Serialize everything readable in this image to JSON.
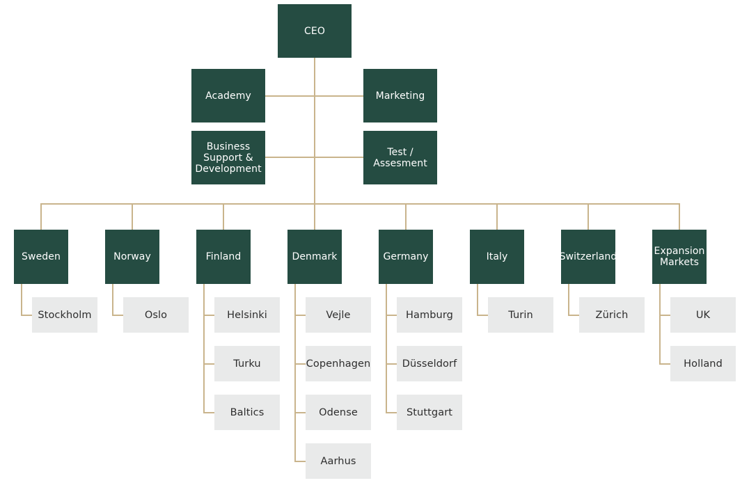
{
  "colors": {
    "node_dark": "#254c42",
    "node_light": "#e9eaea",
    "connector": "#c9b48c",
    "background": "#ffffff"
  },
  "ceo": {
    "label": "CEO"
  },
  "staff": {
    "academy": "Academy",
    "marketing": "Marketing",
    "business_support": "Business\nSupport &\nDevelopment",
    "test_assesment": "Test /\nAssesment"
  },
  "countries": [
    {
      "name": "Sweden",
      "cities": [
        "Stockholm"
      ]
    },
    {
      "name": "Norway",
      "cities": [
        "Oslo"
      ]
    },
    {
      "name": "Finland",
      "cities": [
        "Helsinki",
        "Turku",
        "Baltics"
      ]
    },
    {
      "name": "Denmark",
      "cities": [
        "Vejle",
        "Copenhagen",
        "Odense",
        "Aarhus"
      ]
    },
    {
      "name": "Germany",
      "cities": [
        "Hamburg",
        "Düsseldorf",
        "Stuttgart"
      ]
    },
    {
      "name": "Italy",
      "cities": [
        "Turin"
      ]
    },
    {
      "name": "Switzerland",
      "cities": [
        "Zürich"
      ]
    },
    {
      "name": "Expansion\nMarkets",
      "cities": [
        "UK",
        "Holland"
      ]
    }
  ]
}
